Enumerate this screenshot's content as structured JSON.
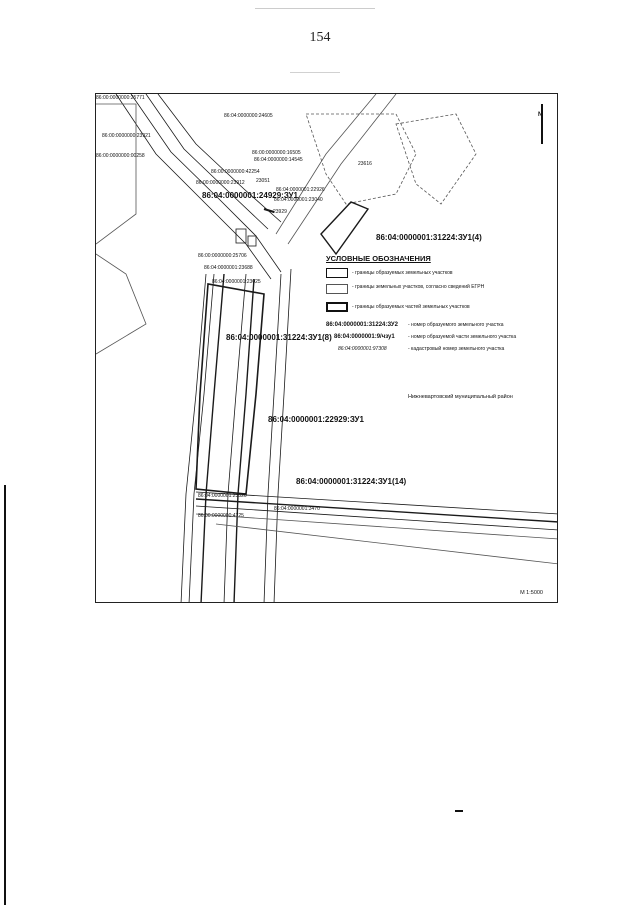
{
  "page": {
    "number": "154"
  },
  "map": {
    "parcel_labels": [
      {
        "id": "p1",
        "text": "86:00:0000000:25771",
        "big": false
      },
      {
        "id": "p2",
        "text": "86:04:0000000:24605",
        "big": false
      },
      {
        "id": "p3",
        "text": "86:00:0000000:23921",
        "big": false
      },
      {
        "id": "p4",
        "text": "86:00:0000000:16505",
        "big": false
      },
      {
        "id": "p5",
        "text": "86:04:0000000:14545",
        "big": false
      },
      {
        "id": "p6",
        "text": "86:00:0000000:00258",
        "big": false
      },
      {
        "id": "p7",
        "text": "23616",
        "big": false
      },
      {
        "id": "p8",
        "text": "86:00:0000000:42254",
        "big": false
      },
      {
        "id": "p9",
        "text": "23051",
        "big": false
      },
      {
        "id": "p10",
        "text": "86:00:0000000:23912",
        "big": false
      },
      {
        "id": "p11",
        "text": "86:04:0000001:22926",
        "big": false
      },
      {
        "id": "p12",
        "text": "86:04:0000001:24929:ЗУ1",
        "big": true
      },
      {
        "id": "p13",
        "text": "86:04:0000001:23040",
        "big": false
      },
      {
        "id": "p14",
        "text": "23929",
        "big": false
      },
      {
        "id": "p15",
        "text": "86:04:0000001:31224:ЗУ1(4)",
        "big": true
      },
      {
        "id": "p16",
        "text": "86:00:0000000:25706",
        "big": false
      },
      {
        "id": "p17",
        "text": "86:04:0000001:23688",
        "big": false
      },
      {
        "id": "p18",
        "text": "86:04:0000001:23025",
        "big": false
      },
      {
        "id": "p19",
        "text": "86:04:0000001:31224:ЗУ1(8)",
        "big": true
      },
      {
        "id": "p20",
        "text": "86:04:0000001:22929:ЗУ1",
        "big": true
      },
      {
        "id": "p21",
        "text": "86:04:0000001:31224:ЗУ1(14)",
        "big": true
      },
      {
        "id": "p22",
        "text": "86:04:0000001:23520",
        "big": false
      },
      {
        "id": "p23",
        "text": "86:04:0000001:3470",
        "big": false
      },
      {
        "id": "p24",
        "text": "86:00:0000000:4725",
        "big": false
      }
    ],
    "district_label": "Нижневартовский муниципальный район",
    "scale_label": "М 1:5000",
    "north_letter": "N"
  },
  "legend": {
    "title": "УСЛОВНЫЕ ОБОЗНАЧЕНИЯ",
    "items": [
      {
        "text": "- границы образуемых земельных участков"
      },
      {
        "text": "- границы земельных участков, согласно сведений ЕГРН"
      },
      {
        "text": "- границы образуемых частей земельных участков"
      }
    ],
    "codes": [
      {
        "code": "86:04:0000001:31224:ЗУ2",
        "desc": "- номер образуемого земельного участка"
      },
      {
        "code": "86:04:0000001:9/чзу1",
        "desc": "- номер образуемой части земельного участка"
      },
      {
        "code": "86:04:0000001:97308",
        "desc": "- кадастровый номер земельного участка"
      }
    ]
  },
  "colors": {
    "line": "#1a1a1a",
    "thin": "#555555"
  }
}
